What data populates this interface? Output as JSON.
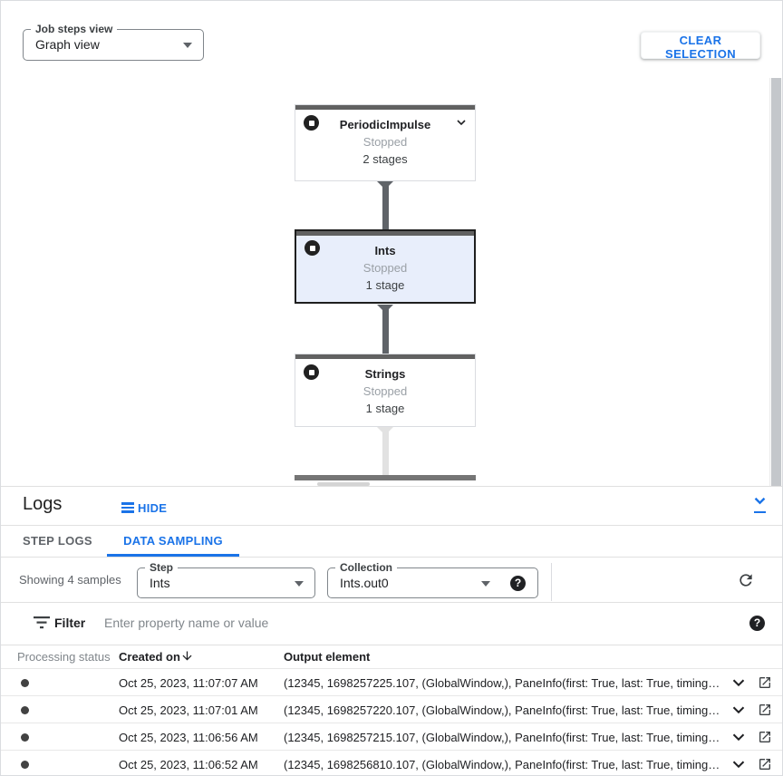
{
  "graph_toolbar": {
    "view_select": {
      "label": "Job steps view",
      "value": "Graph view"
    },
    "clear_selection_label": "CLEAR SELECTION"
  },
  "graph": {
    "nodes": [
      {
        "title": "PeriodicImpulse",
        "status": "Stopped",
        "stages": "2 stages",
        "selected": false
      },
      {
        "title": "Ints",
        "status": "Stopped",
        "stages": "1 stage",
        "selected": true
      },
      {
        "title": "Strings",
        "status": "Stopped",
        "stages": "1 stage",
        "selected": false
      }
    ]
  },
  "logs_panel": {
    "title": "Logs",
    "hide_label": "HIDE",
    "tabs": [
      {
        "label": "STEP LOGS",
        "active": false
      },
      {
        "label": "DATA SAMPLING",
        "active": true
      }
    ],
    "toolbar": {
      "showing_text": "Showing 4 samples",
      "step_select": {
        "label": "Step",
        "value": "Ints"
      },
      "collection_select": {
        "label": "Collection",
        "value": "Ints.out0"
      }
    },
    "filter": {
      "label": "Filter",
      "placeholder": "Enter property name or value"
    },
    "table": {
      "columns": [
        "Processing status",
        "Created on",
        "Output element"
      ],
      "rows": [
        {
          "created_on": "Oct 25, 2023, 11:07:07 AM",
          "output_element": "(12345, 1698257225.107, (GlobalWindow,), PaneInfo(first: True, last: True, timing…"
        },
        {
          "created_on": "Oct 25, 2023, 11:07:01 AM",
          "output_element": "(12345, 1698257220.107, (GlobalWindow,), PaneInfo(first: True, last: True, timing…"
        },
        {
          "created_on": "Oct 25, 2023, 11:06:56 AM",
          "output_element": "(12345, 1698257215.107, (GlobalWindow,), PaneInfo(first: True, last: True, timing…"
        },
        {
          "created_on": "Oct 25, 2023, 11:06:52 AM",
          "output_element": "(12345, 1698256810.107, (GlobalWindow,), PaneInfo(first: True, last: True, timing…"
        }
      ]
    }
  },
  "colors": {
    "accent_blue": "#1a73e8",
    "text_dark": "#202124",
    "text_gray": "#5f6368",
    "status_gray": "#9aa0a6",
    "border": "#e0e0e0",
    "node_topbar": "#616161",
    "node_selected_bg": "#e8eefb",
    "edge_dark": "#5f6368",
    "edge_light": "#e2e2e2"
  },
  "icons": {
    "dropdown-arrow-icon": "▼",
    "stopped-status-icon": "◉",
    "chevron-down-icon": "⌄",
    "hide-menu-icon": "≡",
    "collapse-panel-icon": "⌄_",
    "help-icon": "?",
    "refresh-icon": "⟳",
    "filter-icon": "≡",
    "sort-descending-icon": "↓",
    "open-in-new-icon": "↗",
    "bullet-icon": "●"
  }
}
